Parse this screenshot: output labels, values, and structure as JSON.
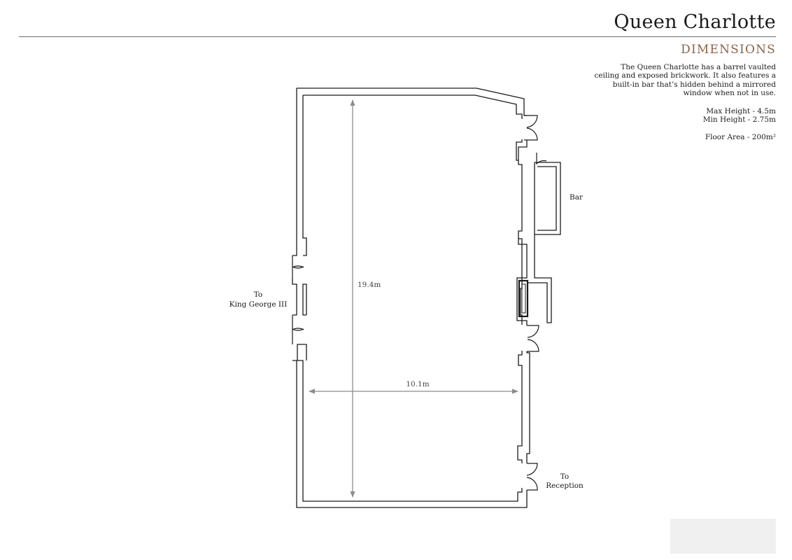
{
  "header": {
    "title": "Queen Charlotte",
    "section": "DIMENSIONS"
  },
  "description": {
    "text": "The Queen Charlotte has a barrel vaulted ceiling and exposed brickwork. It also features a built-in bar that’s hidden behind a mirrored window when not in use.",
    "max_height": "Max Height - 4.5m",
    "min_height": "Min Height - 2.75m",
    "floor_area": "Floor Area - 200m²"
  },
  "plan": {
    "length_label": "19.4m",
    "width_label": "10.1m",
    "bar_label": "Bar",
    "left_door_label_1": "To",
    "left_door_label_2": "King George III",
    "bottom_door_label_1": "To",
    "bottom_door_label_2": "Reception",
    "colors": {
      "wall": "#1a1a1a",
      "dimension": "#8c8c8c",
      "accent": "#8a6447"
    }
  }
}
